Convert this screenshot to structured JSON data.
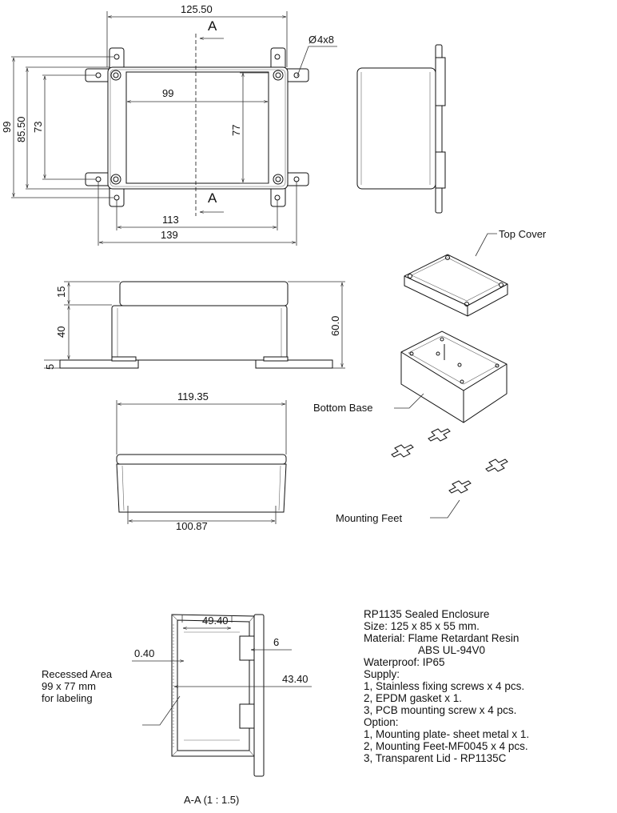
{
  "top_view": {
    "dims": {
      "overall_width": "125.50",
      "overall_height": "99",
      "body_height": "85.50",
      "hole_pitch_vertical": "73",
      "recess_width": "99",
      "recess_height": "77",
      "hole_pitch_113": "113",
      "hole_pitch_139": "139",
      "hole_size": "4x8"
    },
    "section_marker": "A",
    "diameter_symbol": "Ø"
  },
  "front_view": {
    "dims": {
      "lid": "15",
      "base": "40",
      "feet": "5",
      "total": "60.0"
    }
  },
  "lower_view": {
    "dims": {
      "top_width": "119.35",
      "bottom_width": "100.87"
    }
  },
  "exploded": {
    "top_cover": "Top Cover",
    "bottom_base": "Bottom Base",
    "mounting_feet": "Mounting Feet"
  },
  "section": {
    "dims": {
      "depth": "49.40",
      "wall": "0.40",
      "six": "6",
      "inner": "43.40"
    },
    "recess_note": [
      "Recessed Area",
      "99 x 77 mm",
      "for labeling"
    ],
    "caption": "A-A (1 : 1.5)"
  },
  "notes": [
    "RP1135 Sealed Enclosure",
    "Size: 125 x 85 x 55 mm.",
    "Material: Flame Retardant Resin",
    "ABS UL-94V0",
    "Waterproof: IP65",
    "Supply:",
    "1, Stainless fixing screws x 4 pcs.",
    "2, EPDM gasket x 1.",
    "3, PCB mounting screw x 4 pcs.",
    "Option:",
    "1, Mounting plate- sheet metal x 1.",
    "2, Mounting Feet-MF0045 x 4 pcs.",
    "3, Transparent Lid - RP1135C"
  ]
}
